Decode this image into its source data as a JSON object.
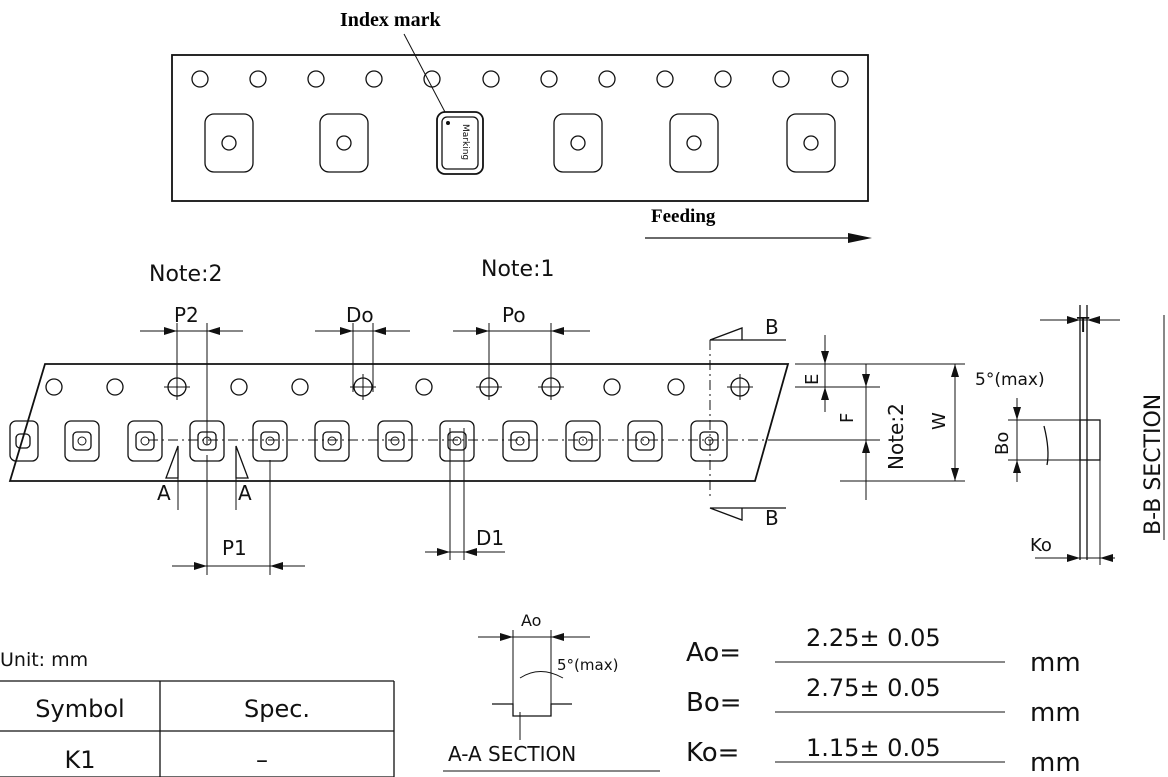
{
  "top_view": {
    "index_mark_label": "Index mark",
    "marking_label": "Marking",
    "feeding_label": "Feeding"
  },
  "tape_view": {
    "note2_label": "Note:2",
    "note1_label": "Note:1",
    "p2_label": "P2",
    "do_label": "Do",
    "po_label": "Po",
    "p1_label": "P1",
    "d1_label": "D1",
    "a_label": "A",
    "b_label": "B",
    "e_label": "E",
    "f_label": "F",
    "w_label": "W",
    "note2_vertical_label": "Note:2"
  },
  "bb_section": {
    "t_label": "T",
    "angle_label": "5°(max)",
    "bo_label": "Bo",
    "ko_label": "Ko",
    "title": "B-B SECTION"
  },
  "aa_section": {
    "ao_label": "Ao",
    "angle_label": "5°(max)",
    "title": "A-A SECTION"
  },
  "dimensions": [
    {
      "symbol": "Ao=",
      "value": "2.25± 0.05",
      "unit": "mm"
    },
    {
      "symbol": "Bo=",
      "value": "2.75± 0.05",
      "unit": "mm"
    },
    {
      "symbol": "Ko=",
      "value": "1.15± 0.05",
      "unit": "mm"
    }
  ],
  "spec_table": {
    "unit_label": "Unit: mm",
    "headers": [
      "Symbol",
      "Spec."
    ],
    "rows": [
      [
        "K1",
        "–"
      ]
    ]
  }
}
